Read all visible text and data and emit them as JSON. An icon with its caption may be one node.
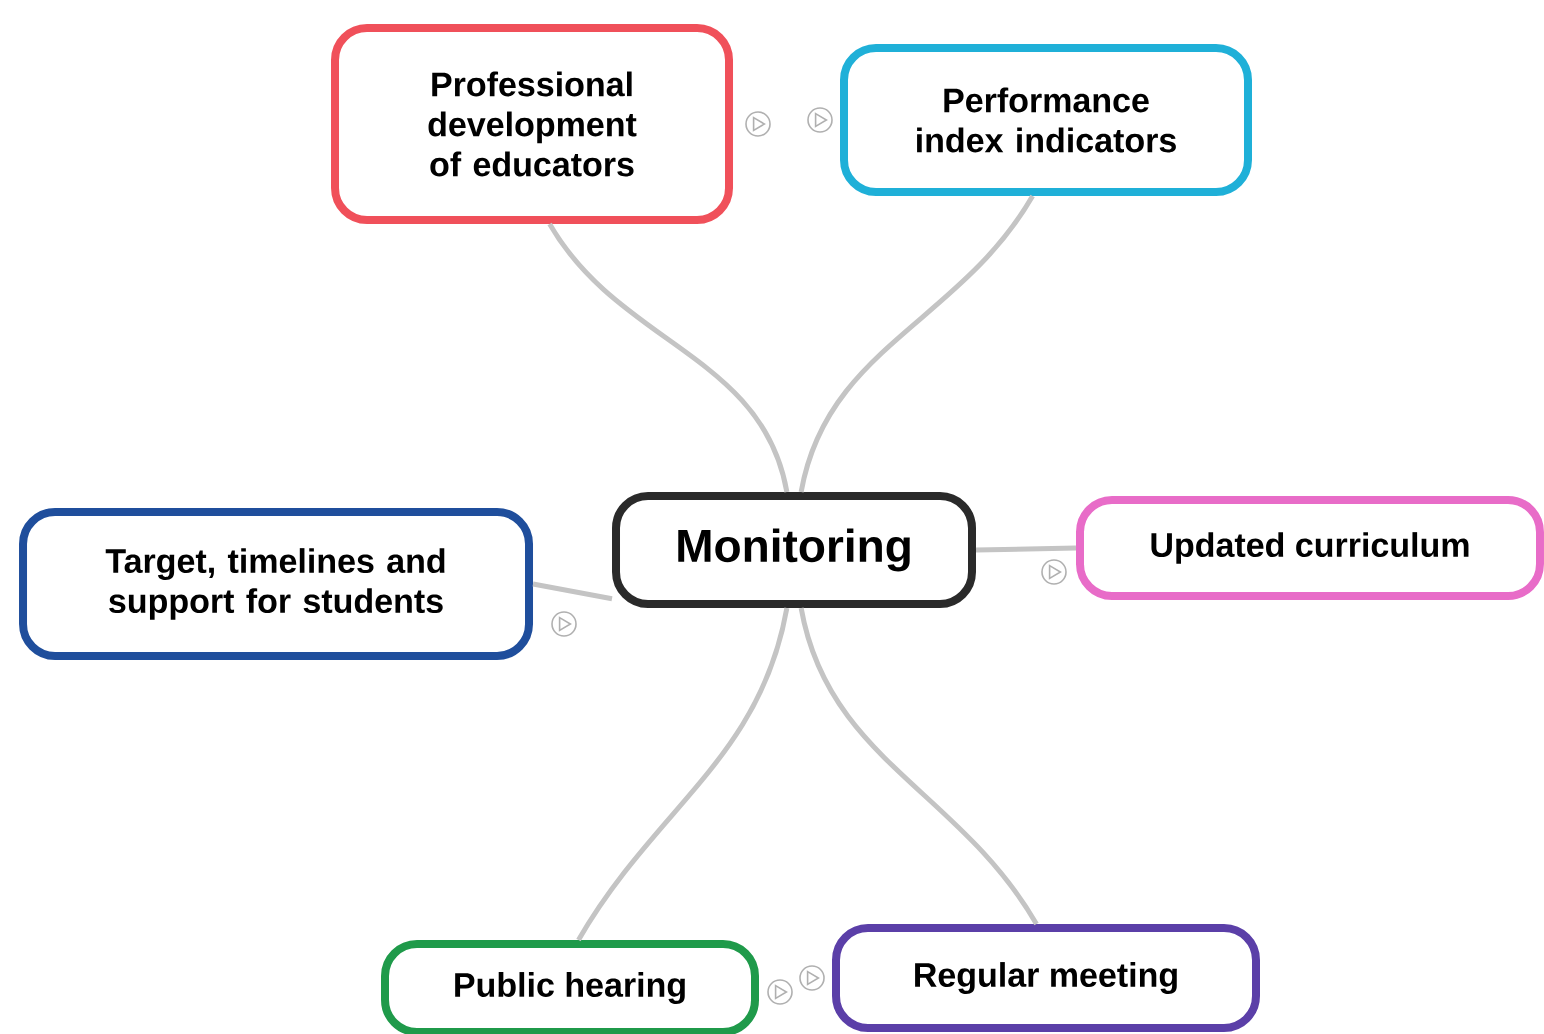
{
  "diagram": {
    "nodes": [
      {
        "text": [
          "Monitoring"
        ]
      },
      {
        "text": [
          "Professional development of educators"
        ]
      },
      {
        "text": [
          "Performance index indicators"
        ]
      },
      {
        "text": [
          "Target, timelines and support for students"
        ]
      },
      {
        "text": [
          "Updated curriculum"
        ]
      },
      {
        "text": [
          "Public hearing"
        ]
      },
      {
        "text": [
          "Regular meeting"
        ]
      }
    ],
    "edges": [
      {
        "from": 0,
        "to": 1,
        "arrow": "none"
      },
      {
        "from": 0,
        "to": 2,
        "arrow": "none"
      },
      {
        "from": 0,
        "to": 3,
        "arrow": "none"
      },
      {
        "from": 0,
        "to": 4,
        "arrow": "none"
      },
      {
        "from": 0,
        "to": 5,
        "arrow": "none"
      },
      {
        "from": 0,
        "to": 6,
        "arrow": "none"
      }
    ]
  }
}
